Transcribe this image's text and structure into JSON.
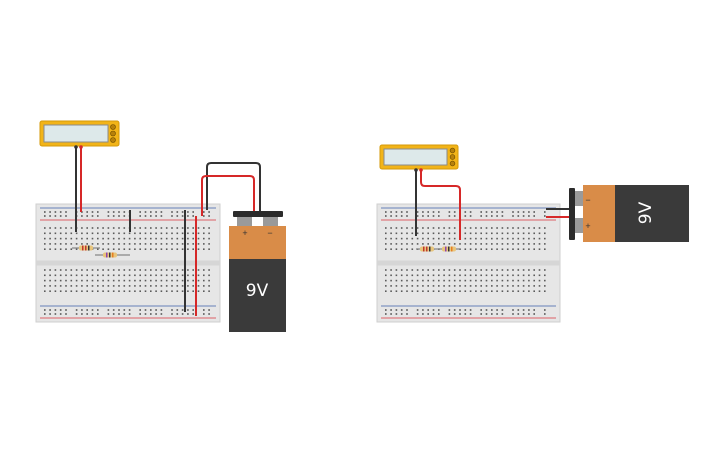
{
  "circuits": [
    {
      "battery": {
        "label": "9V",
        "plus_symbol": "+",
        "minus_symbol": "−",
        "orientation": "vertical"
      },
      "resistors": 2,
      "multimeter": true
    },
    {
      "battery": {
        "label": "9V",
        "plus_symbol": "+",
        "minus_symbol": "−",
        "orientation": "rotated"
      },
      "resistors": 2,
      "multimeter": true
    }
  ],
  "colors": {
    "breadboard": "#e6e6e6",
    "rail_red": "#d9333a",
    "rail_blue": "#3b5ea8",
    "wire_red": "#d62828",
    "wire_black": "#333333",
    "multimeter_body": "#f2b418",
    "multimeter_screen": "#dde9ea",
    "battery_top": "#d98c48",
    "battery_bottom": "#3a3a3a"
  }
}
